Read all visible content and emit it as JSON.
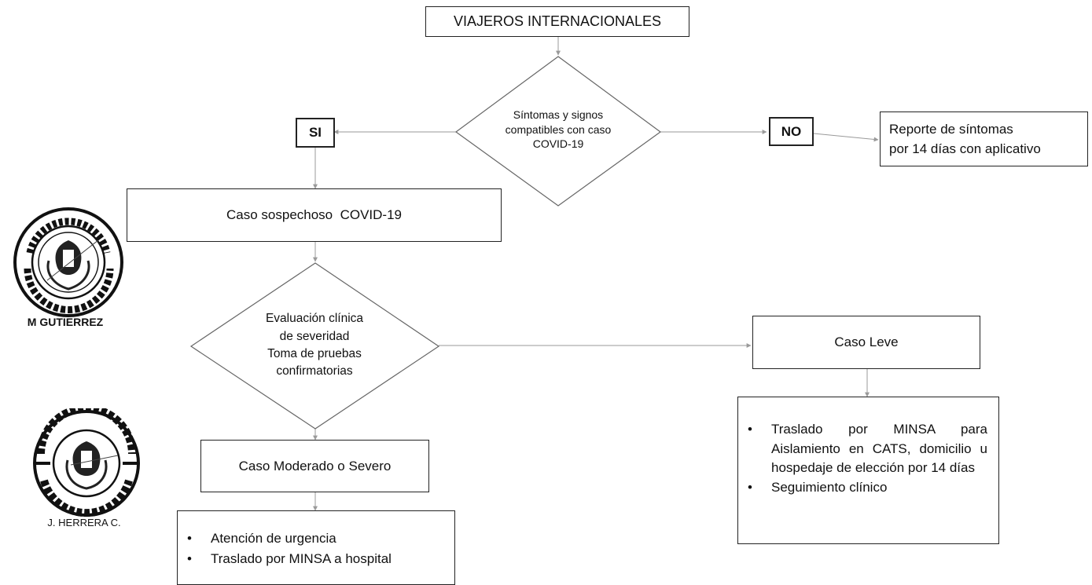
{
  "nodes": {
    "start": "VIAJEROS INTERNACIONALES",
    "decision_symptoms": "Síntomas y signos\ncompatibles con caso\nCOVID-19",
    "label_si": "SI",
    "label_no": "NO",
    "report_line1": "Reporte de síntomas",
    "report_line2": "por 14 días con aplicativo",
    "suspect": "Caso sospechoso  COVID-19",
    "decision_eval": "Evaluación clínica\nde severidad\nToma de pruebas\nconfirmatorias",
    "mild": "Caso Leve",
    "moderate": "Caso Moderado o Severo",
    "mild_actions": [
      "Traslado por MINSA para Aislamiento en CATS, domicilio u hospedaje de elección por 14 días",
      "Seguimiento clínico"
    ],
    "moderate_actions": [
      "Atención de urgencia",
      "Traslado por MINSA a hospital"
    ]
  },
  "seals": {
    "seal1_ring": "MINISTERIO DE SALUD Ofic. Gral. de Tecnologías de la Información",
    "seal1_name": "M GUTIERREZ",
    "seal2_ring": "MINISTERIO DE SALUD DGOS DIRECCIÓN GENERAL",
    "seal2_name": "J. HERRERA C."
  },
  "colors": {
    "line": "#9a9a9a",
    "border": "#222222"
  }
}
